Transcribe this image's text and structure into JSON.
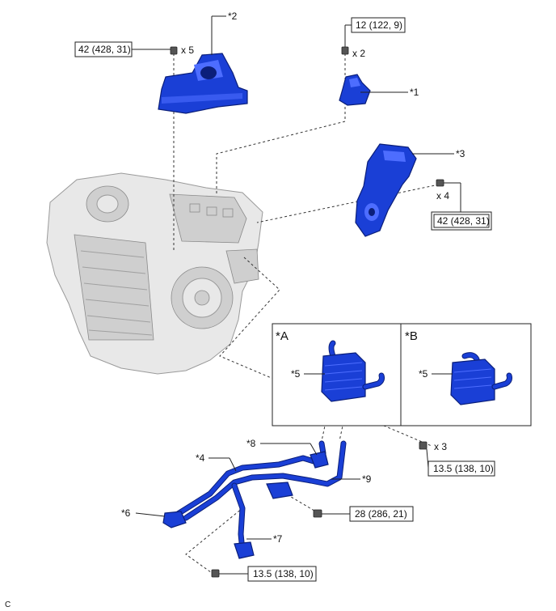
{
  "parts": {
    "p2": "*2",
    "p1": "*1",
    "p3": "*3",
    "p5a": "*5",
    "p5b": "*5",
    "p4": "*4",
    "p8": "*8",
    "p9": "*9",
    "p6": "*6",
    "p7": "*7"
  },
  "variants": {
    "a": "*A",
    "b": "*B"
  },
  "torques": {
    "t_top_left": "42 (428, 31)",
    "t_top_right": "12 (122, 9)",
    "t_mid_right": "42 (428, 31)",
    "t_pipe_right": "13.5 (138, 10)",
    "t_pipe_mid": "28 (286, 21)",
    "t_pipe_bottom": "13.5 (138, 10)"
  },
  "quantities": {
    "q_top_left": "x 5",
    "q_top_right": "x 2",
    "q_mid_right": "x 4",
    "q_pipe_right": "x 3"
  },
  "corner_code": "C",
  "colors": {
    "part_blue": "#1a3fd6",
    "transaxle_gray": "#e8e8e8"
  }
}
